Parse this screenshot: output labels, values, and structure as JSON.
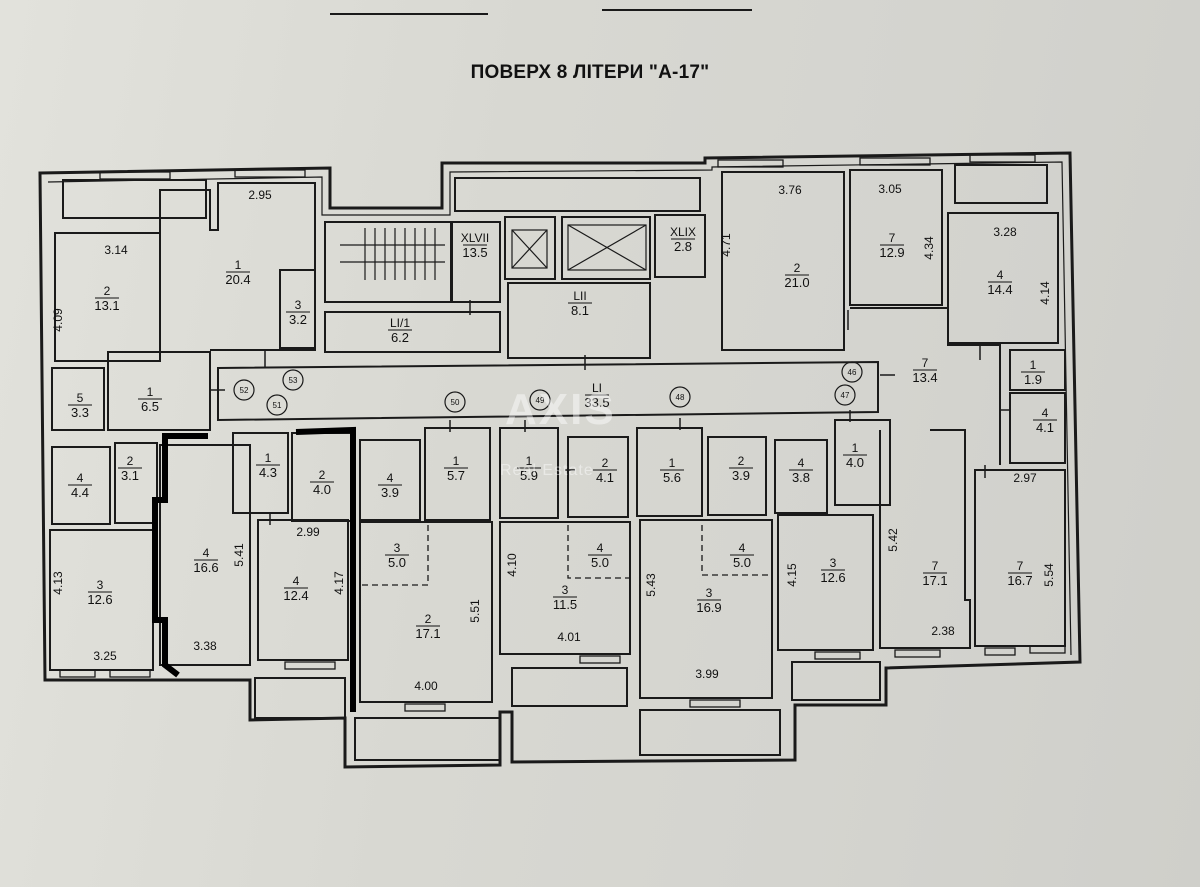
{
  "title": "ПОВЕРХ 8 ЛІТЕРИ \"А-17\"",
  "watermark": {
    "brand": "AXIS",
    "sub": "Real Estate"
  },
  "rooms": [
    {
      "n": "2",
      "a": "13.1"
    },
    {
      "n": "1",
      "a": "20.4"
    },
    {
      "n": "3",
      "a": "3.2"
    },
    {
      "n": "XLVII",
      "a": "13.5"
    },
    {
      "n": "XLIX",
      "a": "2.8"
    },
    {
      "n": "LI/1",
      "a": "6.2"
    },
    {
      "n": "LII",
      "a": "8.1"
    },
    {
      "n": "2",
      "a": "21.0"
    },
    {
      "n": "7",
      "a": "12.9"
    },
    {
      "n": "4",
      "a": "14.4"
    },
    {
      "n": "5",
      "a": "3.3"
    },
    {
      "n": "1",
      "a": "6.5"
    },
    {
      "n": "LI",
      "a": "33.5"
    },
    {
      "n": "7",
      "a": "13.4"
    },
    {
      "n": "1",
      "a": "1.9"
    },
    {
      "n": "4",
      "a": "4.1"
    },
    {
      "n": "4",
      "a": "4.4"
    },
    {
      "n": "2",
      "a": "3.1"
    },
    {
      "n": "1",
      "a": "4.3"
    },
    {
      "n": "2",
      "a": "4.0"
    },
    {
      "n": "4",
      "a": "3.9"
    },
    {
      "n": "1",
      "a": "5.7"
    },
    {
      "n": "1",
      "a": "5.9"
    },
    {
      "n": "2",
      "a": "4.1"
    },
    {
      "n": "1",
      "a": "5.6"
    },
    {
      "n": "2",
      "a": "3.9"
    },
    {
      "n": "4",
      "a": "3.8"
    },
    {
      "n": "1",
      "a": "4.0"
    },
    {
      "n": "3",
      "a": "12.6"
    },
    {
      "n": "4",
      "a": "16.6"
    },
    {
      "n": "4",
      "a": "12.4"
    },
    {
      "n": "3",
      "a": "5.0"
    },
    {
      "n": "2",
      "a": "17.1"
    },
    {
      "n": "4",
      "a": "5.0"
    },
    {
      "n": "3",
      "a": "11.5"
    },
    {
      "n": "4",
      "a": "5.0"
    },
    {
      "n": "3",
      "a": "16.9"
    },
    {
      "n": "3",
      "a": "12.6"
    },
    {
      "n": "7",
      "a": "17.1"
    },
    {
      "n": "7",
      "a": "16.7"
    }
  ],
  "dimensions": [
    "2.95",
    "3.14",
    "4.09",
    "3.76",
    "4.71",
    "3.05",
    "4.34",
    "3.28",
    "4.14",
    "2.99",
    "5.41",
    "4.13",
    "3.25",
    "3.38",
    "4.17",
    "5.51",
    "4.00",
    "4.10",
    "4.01",
    "5.43",
    "3.99",
    "4.15",
    "5.42",
    "2.38",
    "2.97",
    "5.54"
  ],
  "markers": [
    "52",
    "53",
    "51",
    "50",
    "49",
    "48",
    "46",
    "47"
  ]
}
